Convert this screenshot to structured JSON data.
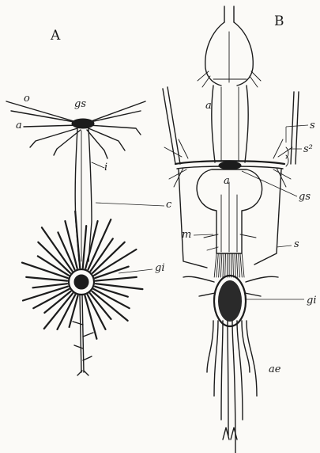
{
  "figure": {
    "panel_a_letter": "A",
    "panel_b_letter": "B",
    "panel_a_labels": {
      "o": "o",
      "gs": "gs",
      "a": "a",
      "i": "i",
      "c": "c",
      "gi": "gi"
    },
    "panel_b_labels": {
      "a_upper": "a",
      "a_lower": "a",
      "s": "s",
      "s2": "s²",
      "gs": "gs",
      "m": "m",
      "s_mid": "s",
      "gi": "gi",
      "ae": "ae"
    }
  }
}
